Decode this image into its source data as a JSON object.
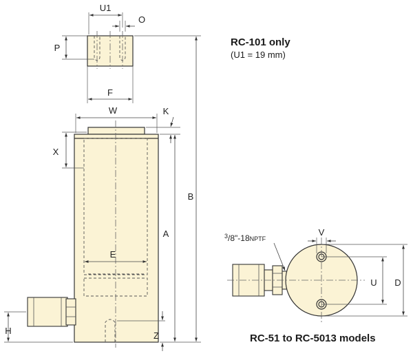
{
  "dimensions": {
    "U1": "U1",
    "O": "O",
    "P": "P",
    "F": "F",
    "W": "W",
    "K": "K",
    "X": "X",
    "B": "B",
    "A": "A",
    "E": "E",
    "H": "H",
    "Z": "Z",
    "V": "V",
    "U": "U",
    "D": "D"
  },
  "notes": {
    "rc101_title": "RC-101 only",
    "rc101_detail": "(U1 = 19 mm)",
    "models_title": "RC-51 to RC-5013 models"
  },
  "thread": {
    "prefix_sup": "3",
    "prefix_rest": "/8\"-18",
    "suffix": "NPTF"
  },
  "colors": {
    "body": "#fbf3d5",
    "line": "#333333"
  }
}
